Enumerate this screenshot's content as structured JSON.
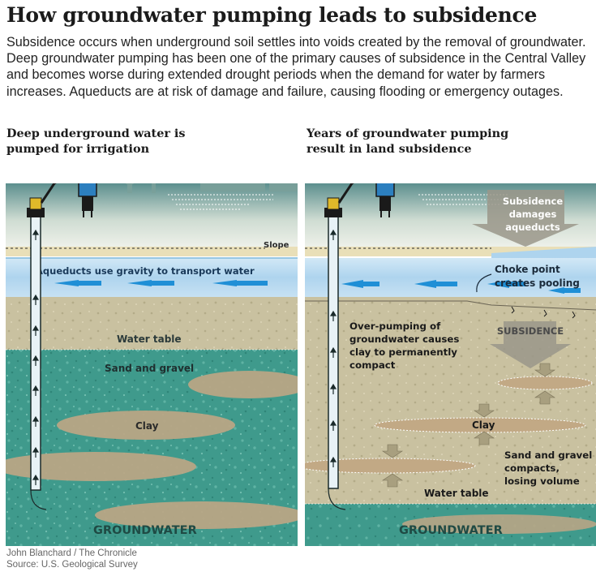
{
  "title": "How groundwater pumping leads to subsidence",
  "intro": "Subsidence occurs when underground soil settles into voids created by the removal of groundwater. Deep groundwater pumping has been one of the primary causes of subsidence in the Central Valley and becomes worse during extended drought periods when the demand for water by farmers increases. Aqueducts are at risk of damage and failure, causing flooding or emergency outages.",
  "left_panel": {
    "heading": "Deep underground water is\npumped for irrigation",
    "slope_label": "Slope",
    "aqueduct_label": "Aqueducts use gravity to transport water",
    "water_table_label": "Water table",
    "sand_gravel_label": "Sand and gravel",
    "clay_label": "Clay",
    "groundwater_label": "GROUNDWATER"
  },
  "right_panel": {
    "heading": "Years of groundwater pumping\nresult in land subsidence",
    "subsidence_damages": [
      "Subsidence",
      "damages",
      "aqueducts"
    ],
    "choke_point": [
      "Choke point",
      "creates pooling"
    ],
    "over_pumping": [
      "Over-pumping of",
      "groundwater causes",
      "clay to permanently",
      "compact"
    ],
    "subsidence_label": "SUBSIDENCE",
    "clay_label": "Clay",
    "sand_gravel_compacts": [
      "Sand and gravel",
      "compacts,",
      "losing volume"
    ],
    "water_table_label": "Water table",
    "groundwater_label": "GROUNDWATER"
  },
  "credits": {
    "author": "John Blanchard / The Chronicle",
    "source": "Source: U.S. Geological Survey"
  },
  "colors": {
    "sky_top": "#5c8f8e",
    "sky_bottom": "#f1f3ec",
    "aqueduct_water": "#aed4ee",
    "arrow_blue": "#1f8fd6",
    "sand": "#c9c1a0",
    "groundwater": "#3f9a8c",
    "clay": "#b8a585",
    "label_dark": "#2b3a3a",
    "subsidence_arrow": "#9a968a"
  }
}
